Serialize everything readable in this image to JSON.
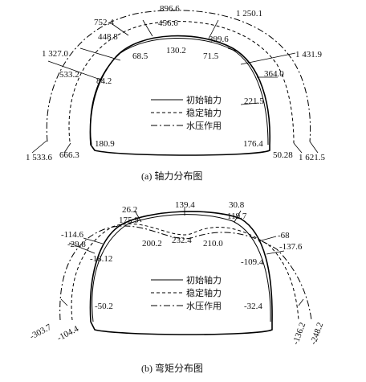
{
  "diagram_a": {
    "caption": "(a) 轴力分布图",
    "legend": [
      "初始轴力",
      "稳定轴力",
      "水压作用"
    ],
    "labels": [
      "896.6",
      "752.4",
      "456.6",
      "1 250.1",
      "448.8",
      "399.6",
      "1 327.0",
      "68.5",
      "130.2",
      "71.5",
      "1 431.9",
      "533.2",
      "84.2",
      "364.0",
      "221.5",
      "180.9",
      "176.4",
      "1 533.6",
      "666.3",
      "50.28",
      "1 621.5"
    ]
  },
  "diagram_b": {
    "caption": "(b) 弯矩分布图",
    "legend": [
      "初始轴力",
      "稳定轴力",
      "水压作用"
    ],
    "labels": [
      "139.4",
      "26.2",
      "30.8",
      "175.9",
      "119.7",
      "-114.6",
      "-68",
      "-29.8",
      "200.2",
      "232.4",
      "210.0",
      "-137.6",
      "-18.12",
      "-109.4",
      "-50.2",
      "-32.4",
      "-303.7",
      "-104.4",
      "-136.2",
      "-248.2"
    ]
  }
}
